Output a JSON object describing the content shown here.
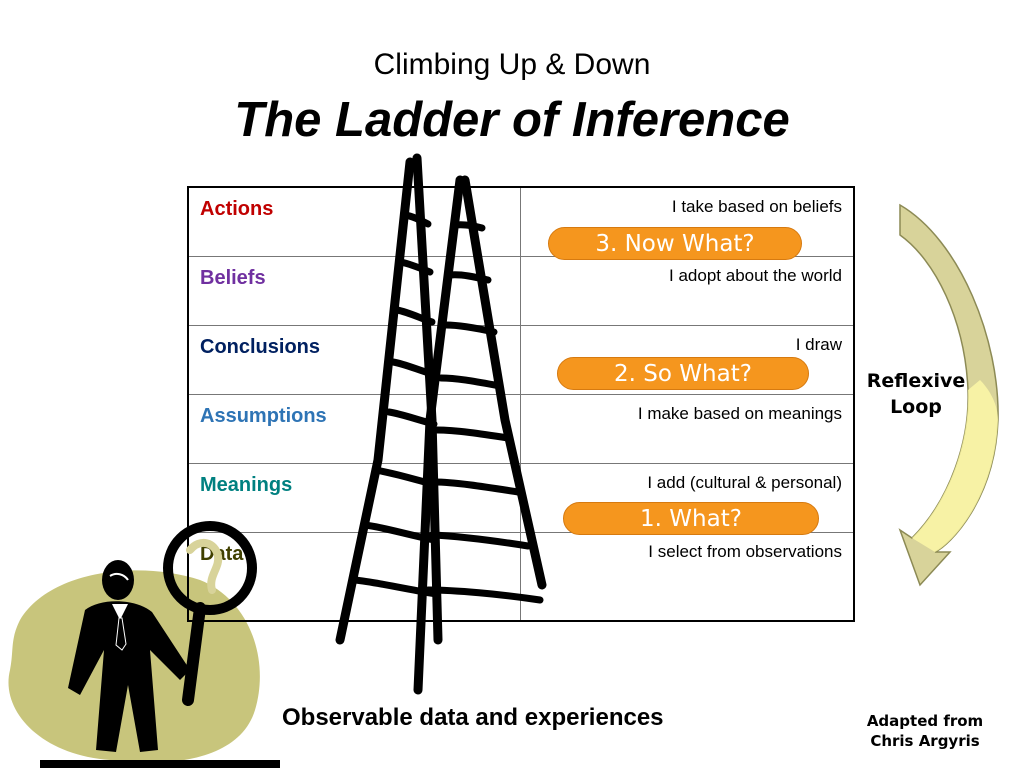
{
  "title": {
    "line1": "Climbing Up & Down",
    "line2": "The Ladder of Inference"
  },
  "rungs": [
    {
      "label": "Actions",
      "description": "I take based on beliefs",
      "color": "#c00000"
    },
    {
      "label": "Beliefs",
      "description": "I adopt about the world",
      "color": "#7030a0"
    },
    {
      "label": "Conclusions",
      "description": "I draw",
      "color": "#002060"
    },
    {
      "label": "Assumptions",
      "description": "I make based on meanings",
      "color": "#2e74b5"
    },
    {
      "label": "Meanings",
      "description": "I add (cultural & personal)",
      "color": "#008080"
    },
    {
      "label": "Data",
      "description": "I select from observations",
      "color": "#404000"
    }
  ],
  "questions": [
    {
      "label": "3. Now What?"
    },
    {
      "label": "2. So What?"
    },
    {
      "label": "1. What?"
    }
  ],
  "reflexive_loop": {
    "line1": "Reflexive",
    "line2": "Loop"
  },
  "footer": {
    "caption": "Observable data and experiences"
  },
  "credit": {
    "line1": "Adapted from",
    "line2": "Chris Argyris"
  },
  "colors": {
    "question_fill": "#f5961e",
    "loop_arrow_fill": "#d8d39a",
    "loop_arrow_light": "#fffaa8",
    "blob_fill": "#c8c57c"
  }
}
